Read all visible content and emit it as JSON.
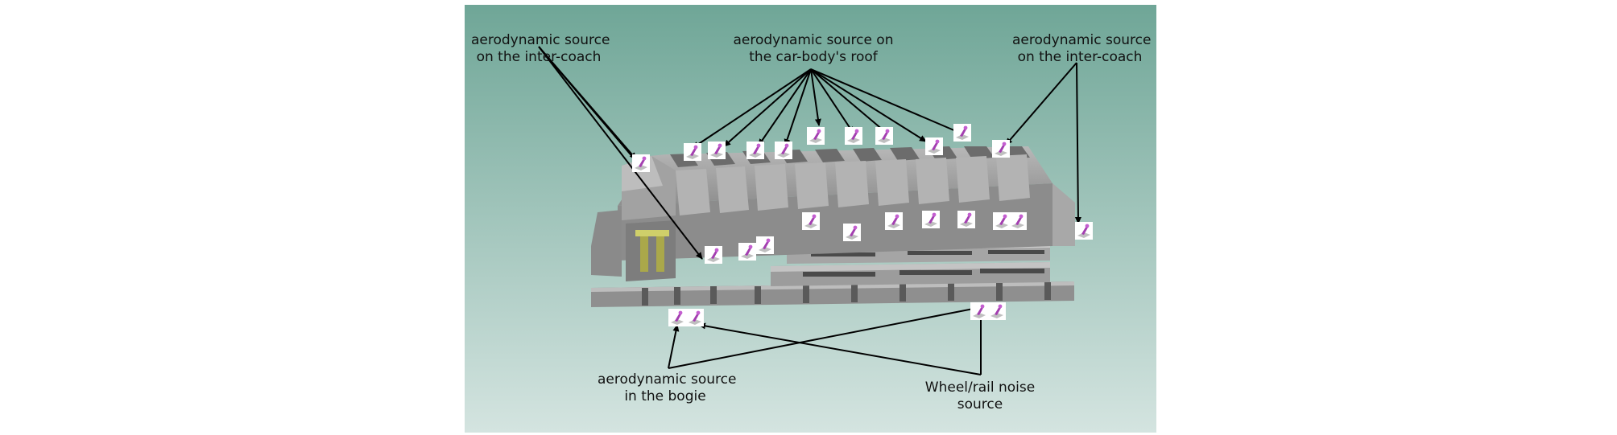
{
  "labels": {
    "inter_coach_left": [
      "aerodynamic source",
      "on the inter-coach"
    ],
    "roof": [
      "aerodynamic source on",
      "the car-body's roof"
    ],
    "inter_coach_right": [
      "aerodynamic source",
      "on the inter-coach"
    ],
    "bogie": [
      "aerodynamic source",
      "in the bogie"
    ],
    "wheel_rail": [
      "Wheel/rail noise",
      "source"
    ]
  },
  "colors": {
    "background_top": "#6fa697",
    "background_bottom": "#d3e3df",
    "train_body": "#9a9a9a",
    "train_dark": "#5f5f5f",
    "source_marker": "#a33fb0",
    "arrow": "#000000"
  },
  "icons": {
    "source_marker": "noise-source-icon"
  }
}
